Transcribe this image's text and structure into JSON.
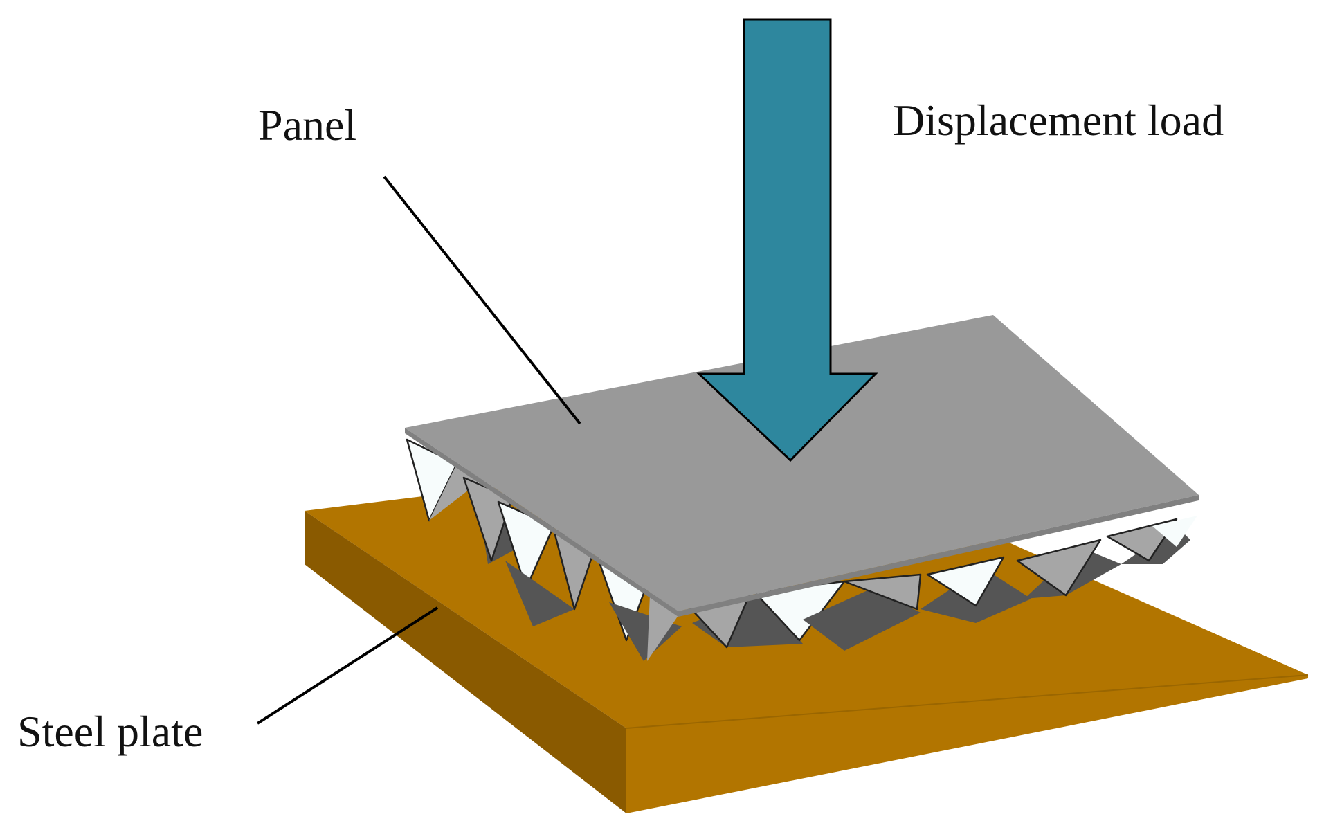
{
  "labels": {
    "panel": "Panel",
    "displacement_load": "Displacement load",
    "steel_plate": "Steel plate"
  },
  "colors": {
    "arrow_fill": "#2e879e",
    "panel_top": "#999999",
    "steel_top": "#b27500",
    "steel_left_side": "#8a5a00",
    "core_light": "#f7fcfc",
    "core_mid": "#a6a6a6",
    "core_dark": "#555555"
  }
}
